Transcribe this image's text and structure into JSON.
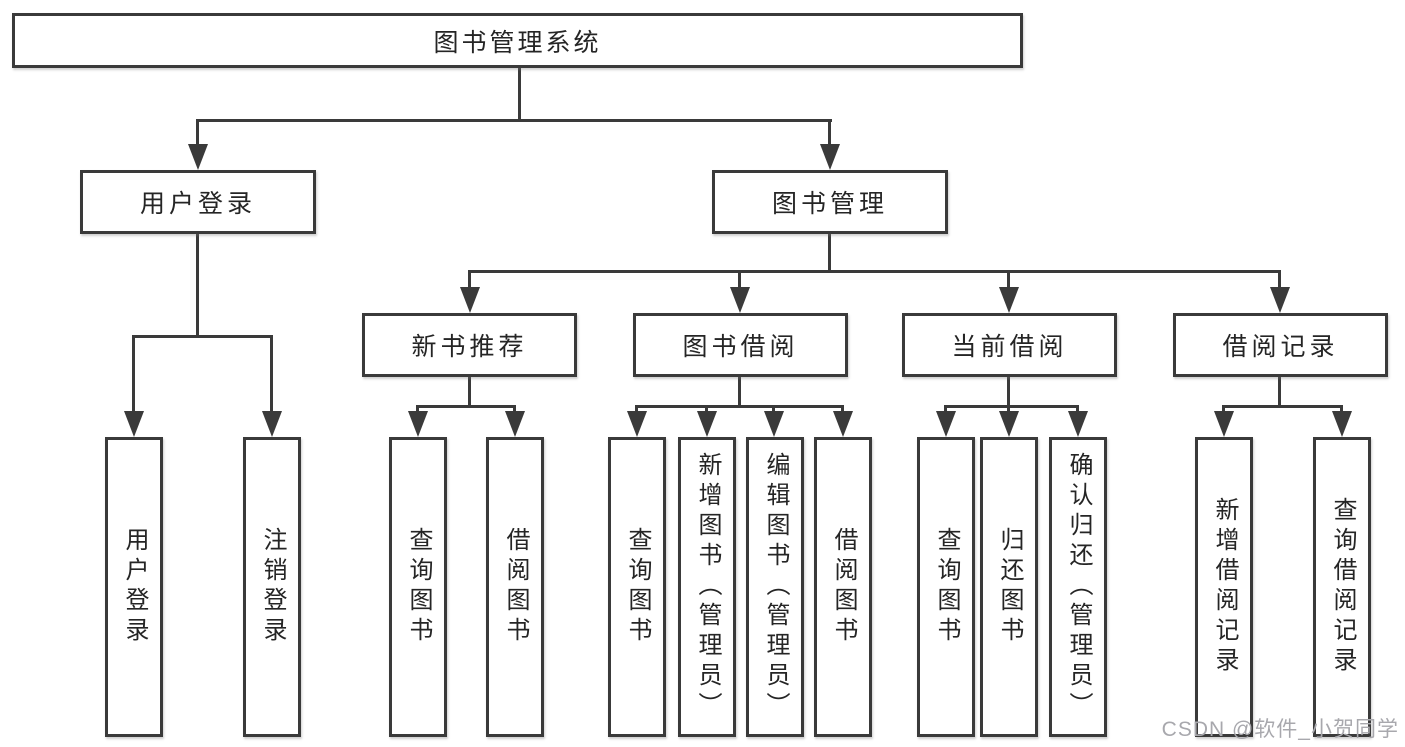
{
  "diagram": {
    "root": {
      "label": "图书管理系统"
    },
    "level2": [
      {
        "label": "用户登录"
      },
      {
        "label": "图书管理"
      }
    ],
    "level3": [
      {
        "label": "新书推荐"
      },
      {
        "label": "图书借阅"
      },
      {
        "label": "当前借阅"
      },
      {
        "label": "借阅记录"
      }
    ],
    "leaves": [
      {
        "label": "用户登录"
      },
      {
        "label": "注销登录"
      },
      {
        "label": "查询图书"
      },
      {
        "label": "借阅图书"
      },
      {
        "label": "查询图书"
      },
      {
        "label": "新增图书（管理员）"
      },
      {
        "label": "编辑图书（管理员）"
      },
      {
        "label": "借阅图书"
      },
      {
        "label": "查询图书"
      },
      {
        "label": "归还图书"
      },
      {
        "label": "确认归还（管理员）"
      },
      {
        "label": "新增借阅记录"
      },
      {
        "label": "查询借阅记录"
      }
    ],
    "watermark": "CSDN @软件_小贺同学",
    "colors": {
      "line": "#3a3a3a",
      "text": "#252525",
      "watermark": "#a8a8ad",
      "background": "#ffffff"
    }
  }
}
